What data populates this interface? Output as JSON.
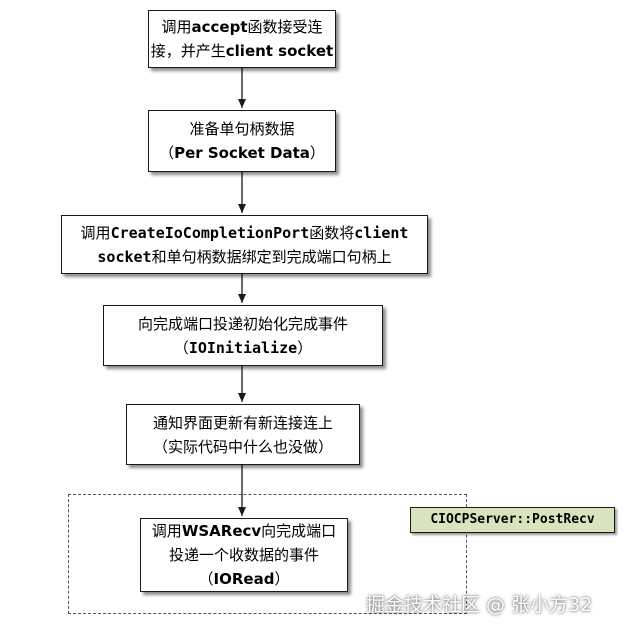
{
  "boxes": [
    {
      "lines": [
        [
          {
            "t": "调用"
          },
          {
            "t": "accept",
            "b": true
          },
          {
            "t": "函数接受连"
          }
        ],
        [
          {
            "t": "接，并产生"
          },
          {
            "t": "client socket",
            "b": true
          }
        ]
      ]
    },
    {
      "lines": [
        [
          {
            "t": "准备单句柄数据"
          }
        ],
        [
          {
            "t": "（"
          },
          {
            "t": "Per Socket Data",
            "b": true
          },
          {
            "t": "）"
          }
        ]
      ]
    },
    {
      "lines": [
        [
          {
            "t": "调用"
          },
          {
            "t": "CreateIoCompletionPort",
            "mono": true
          },
          {
            "t": "函数将"
          },
          {
            "t": "client",
            "mono": true
          }
        ],
        [
          {
            "t": "socket",
            "mono": true
          },
          {
            "t": "和单句柄数据绑定到完成端口句柄上"
          }
        ]
      ]
    },
    {
      "lines": [
        [
          {
            "t": "向完成端口投递初始化完成事件"
          }
        ],
        [
          {
            "t": "（"
          },
          {
            "t": "IOInitialize",
            "mono": true
          },
          {
            "t": "）"
          }
        ]
      ]
    },
    {
      "lines": [
        [
          {
            "t": "通知界面更新有新连接连上"
          }
        ],
        [
          {
            "t": "（实际代码中什么也没做）"
          }
        ]
      ]
    },
    {
      "lines": [
        [
          {
            "t": "调用"
          },
          {
            "t": "WSARecv",
            "b": true
          },
          {
            "t": "向完成端口"
          }
        ],
        [
          {
            "t": "投递一个收数据的事件"
          }
        ],
        [
          {
            "t": "（"
          },
          {
            "t": "IORead",
            "b": true
          },
          {
            "t": "）"
          }
        ]
      ]
    }
  ],
  "tag": {
    "label": "CIOCPServer::PostRecv",
    "color": "#d7e4bd"
  },
  "watermark": "掘金技术社区 @ 张小方32"
}
